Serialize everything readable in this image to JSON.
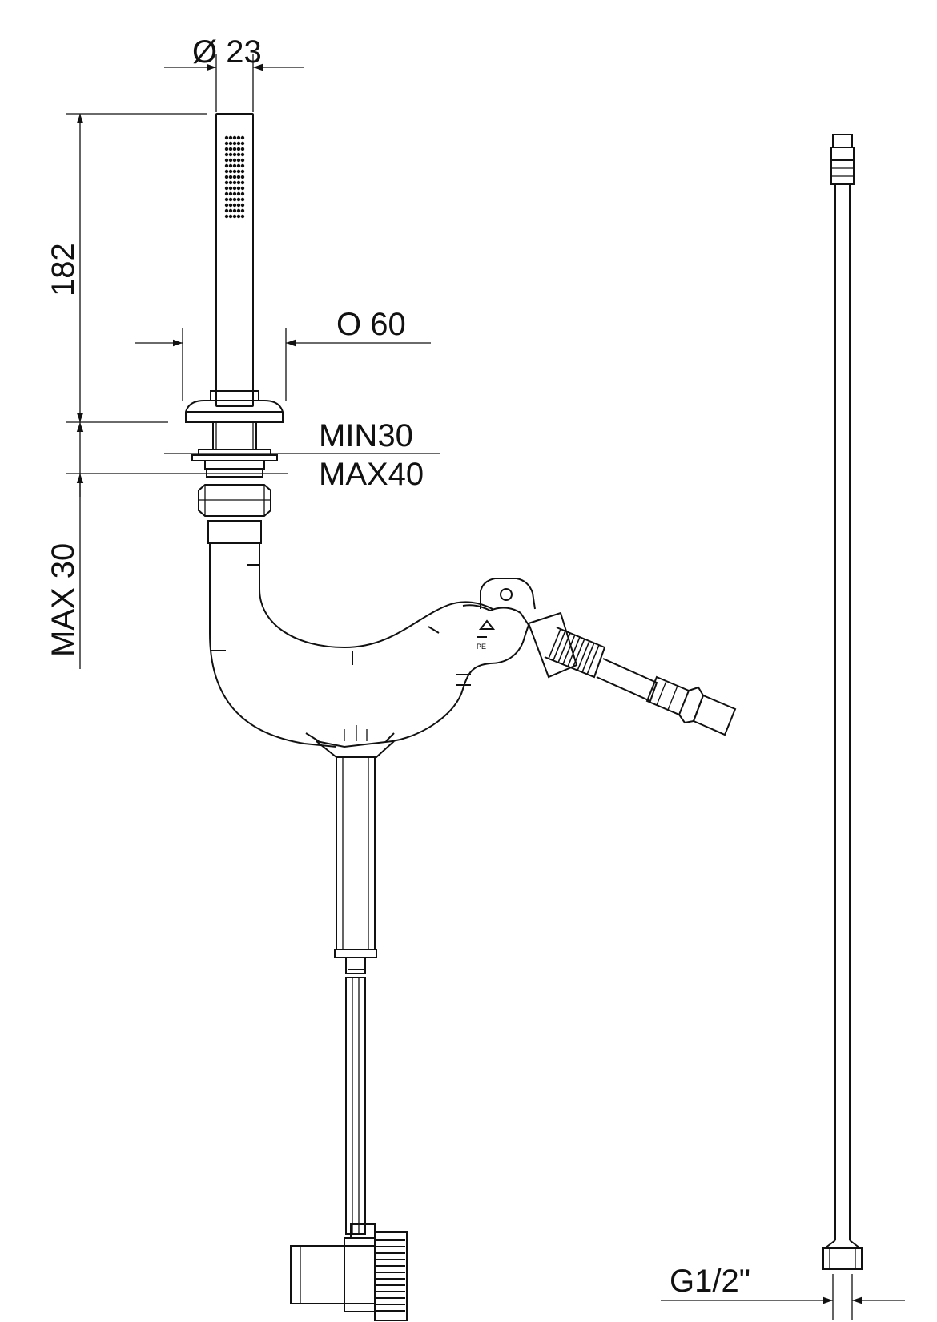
{
  "dimensions": {
    "diameter_hand_shower": "Ø 23",
    "hand_shower_length": "182",
    "base_diameter": "O  60",
    "deck_min": "MIN30",
    "deck_max": "MAX40",
    "below_deck_max": "MAX 30",
    "hose_connection": "G1/2\""
  }
}
